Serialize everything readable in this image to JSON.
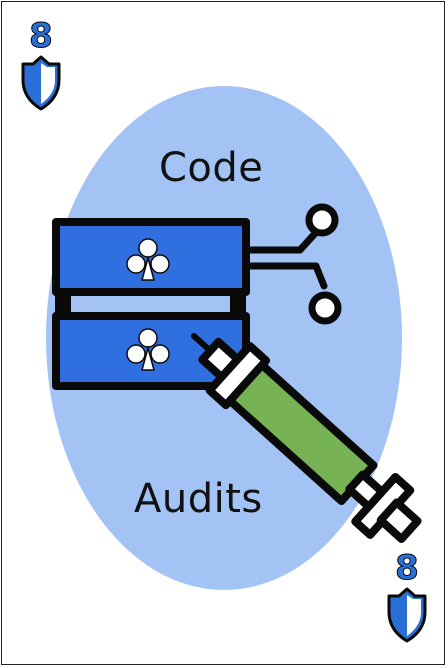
{
  "card": {
    "title_top": "Code",
    "title_bottom": "Audits",
    "rank": "8",
    "suit_icon": "club-icon",
    "corner_icon": "shield-icon",
    "tool_icon": "syringe-icon"
  },
  "colors": {
    "oval": "#a4c3f5",
    "server_block": "#2f6fe0",
    "syringe_body": "#77b255",
    "shield": "#2a6fd8",
    "outline": "#0a0a0a"
  }
}
